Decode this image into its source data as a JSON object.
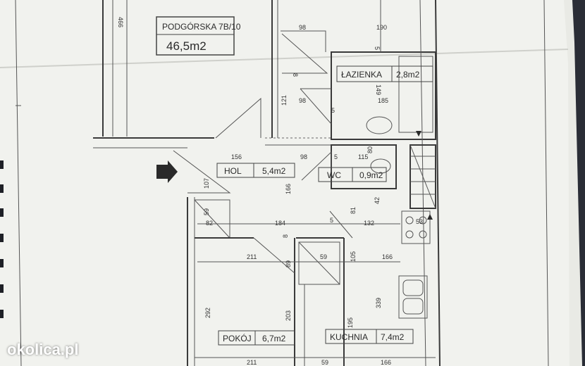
{
  "plan": {
    "address": "PODGÓRSKA 7B/10",
    "total_area": "46,5m2",
    "rooms": [
      {
        "name": "ŁAZIENKA",
        "area": "2,8m2"
      },
      {
        "name": "HOL",
        "area": "5,4m2"
      },
      {
        "name": "WC",
        "area": "0,9m2"
      },
      {
        "name": "POKÓJ",
        "area": "6,7m2"
      },
      {
        "name": "KUCHNIA",
        "area": "7,4m2"
      }
    ],
    "dimensions": [
      "466",
      "98",
      "190",
      "5",
      "8",
      "149",
      "121",
      "98",
      "5",
      "185",
      "156",
      "98",
      "5",
      "115",
      "80",
      "107",
      "166",
      "81",
      "42",
      "59",
      "82",
      "184",
      "5",
      "132",
      "53",
      "8",
      "211",
      "89",
      "59",
      "105",
      "166",
      "292",
      "203",
      "195",
      "339",
      "211",
      "59",
      "166"
    ]
  },
  "watermark": "okolica.pl",
  "colors": {
    "paper": "#f1f2ee",
    "background": "#2a2d36",
    "line": "#3a3a3a"
  }
}
